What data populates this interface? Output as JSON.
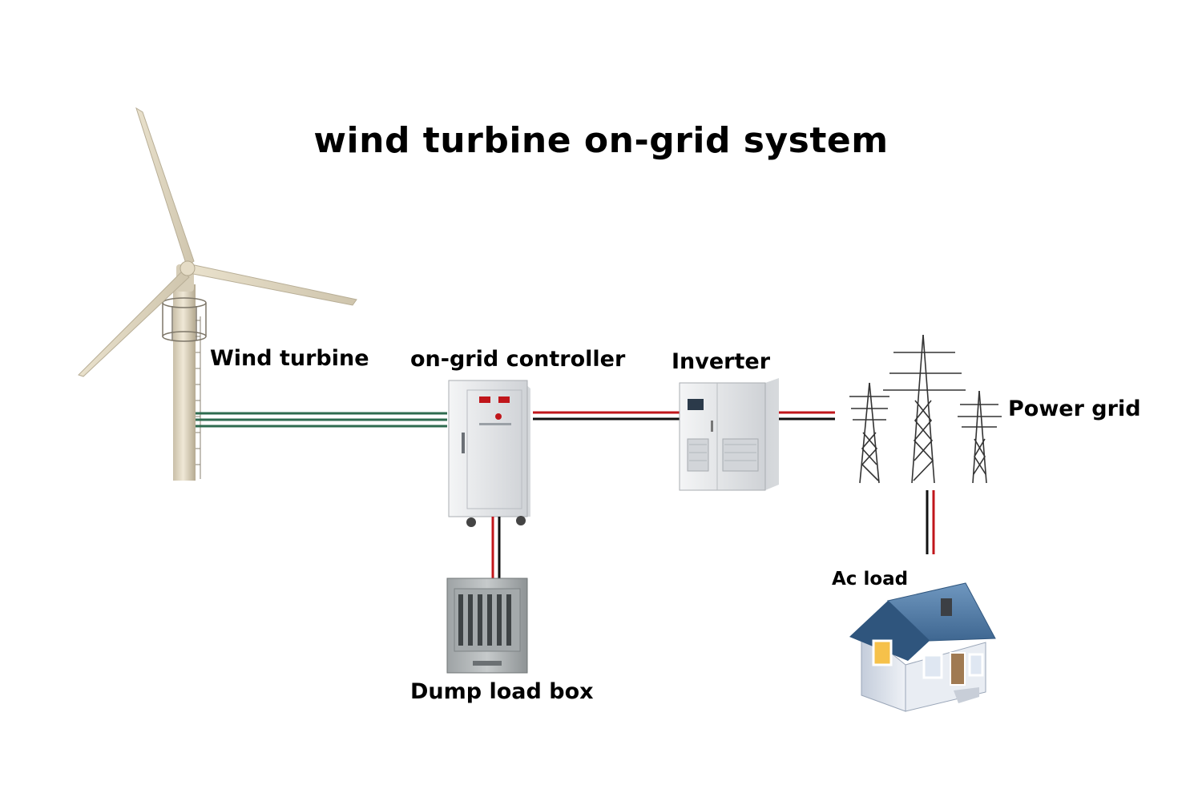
{
  "title": "wind turbine on-grid system",
  "components": {
    "wind_turbine": "Wind turbine",
    "controller": "on-grid controller",
    "inverter": "Inverter",
    "power_grid": "Power grid",
    "ac_load": "Ac load",
    "dump_load": "Dump load box"
  },
  "colors": {
    "turbine_body": "#e6ddc9",
    "three_phase_wire": "#2e6b4f",
    "positive_wire": "#c0161b",
    "negative_wire": "#111111",
    "cabinet": "#e9eaec",
    "roof": "#4f7aa3",
    "house_wall": "#d6dde8"
  }
}
